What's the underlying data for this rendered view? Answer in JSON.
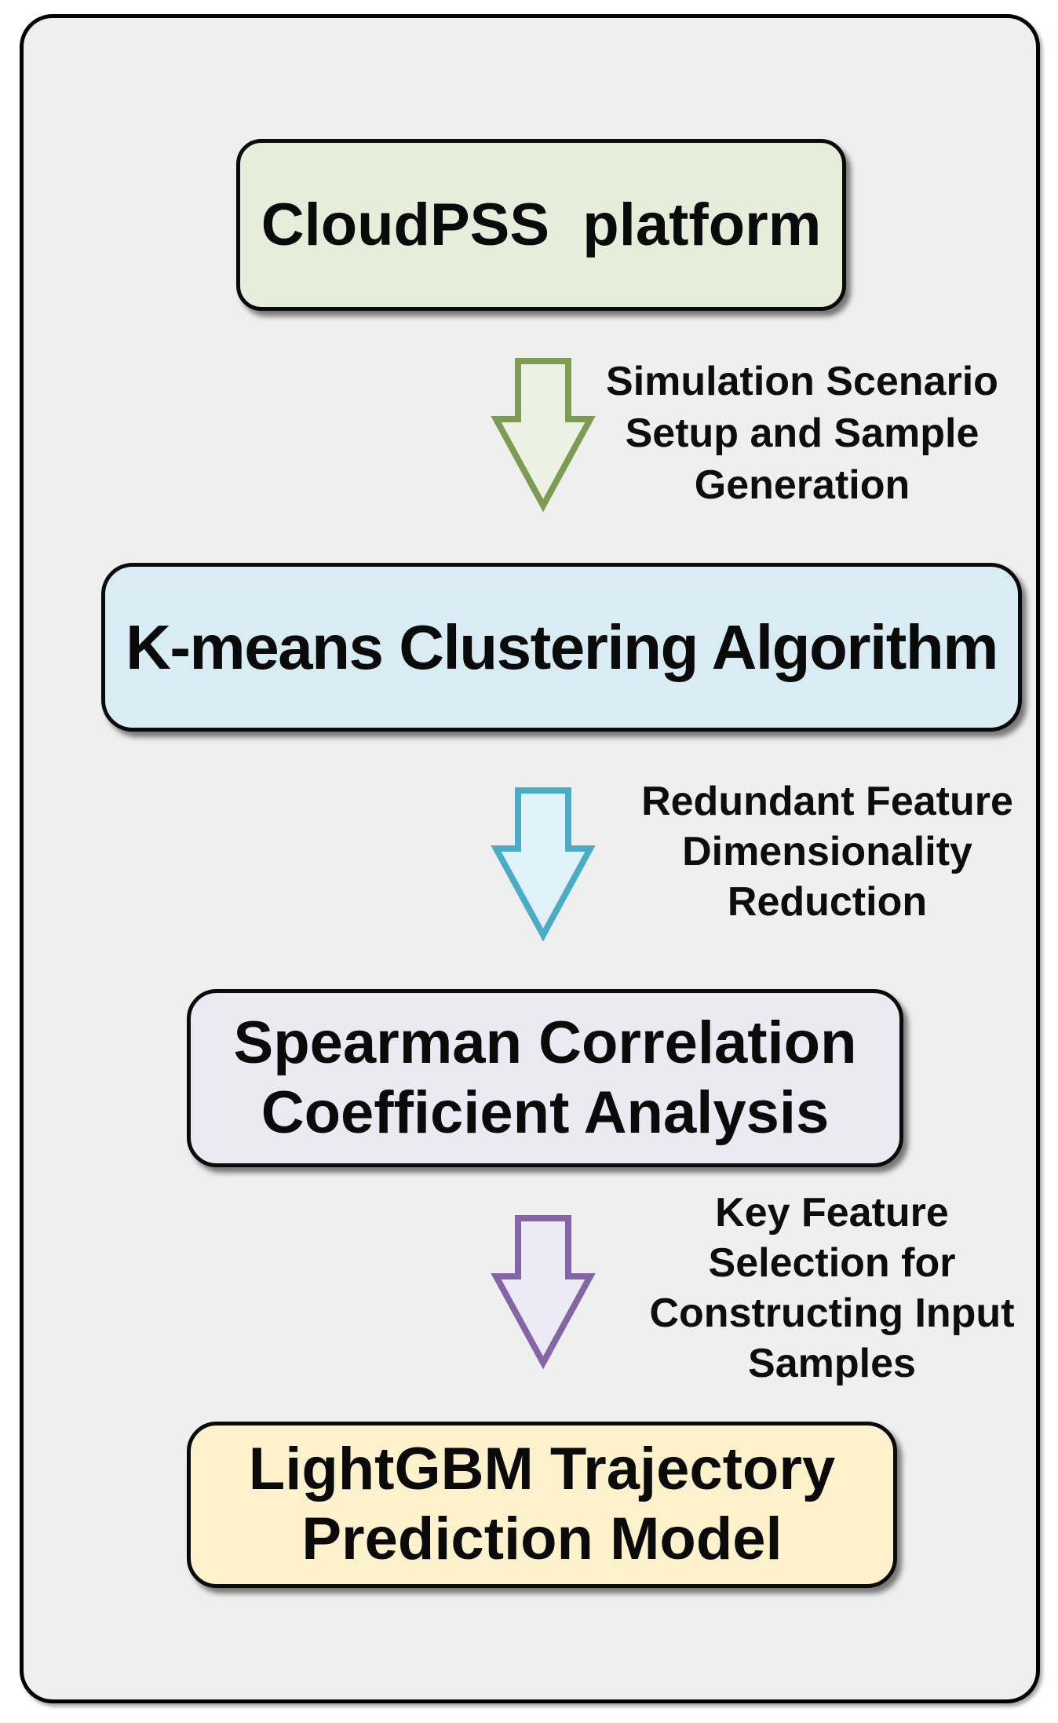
{
  "diagram": {
    "frame": {
      "fill": "#efeff0",
      "border_color": "#000000"
    },
    "nodes": [
      {
        "id": "cloudpss-platform",
        "label": "CloudPSS  platform",
        "fill": "#e6eedb"
      },
      {
        "id": "kmeans-clustering",
        "label": "K-means Clustering Algorithm",
        "fill": "#d9ecf3"
      },
      {
        "id": "spearman-analysis",
        "lines": [
          "Spearman Correlation",
          "Coefficient Analysis"
        ],
        "fill": "#ebe9f2"
      },
      {
        "id": "lightgbm-model",
        "lines": [
          "LightGBM Trajectory",
          "Prediction Model"
        ],
        "fill": "#fdf2cb"
      }
    ],
    "arrows": [
      {
        "id": "arrow-simulation",
        "stroke": "#7d9c53",
        "fill": "#ecf1e3",
        "lines": [
          "Simulation Scenario",
          "Setup and Sample",
          "Generation"
        ]
      },
      {
        "id": "arrow-redundant",
        "stroke": "#4aacc7",
        "fill": "#e1f1f8",
        "lines": [
          "Redundant Feature",
          "Dimensionality",
          "Reduction"
        ]
      },
      {
        "id": "arrow-keyfeature",
        "stroke": "#8465a5",
        "fill": "#eceaf4",
        "lines": [
          "Key Feature",
          "Selection for",
          "Constructing Input",
          "Samples"
        ]
      }
    ]
  }
}
